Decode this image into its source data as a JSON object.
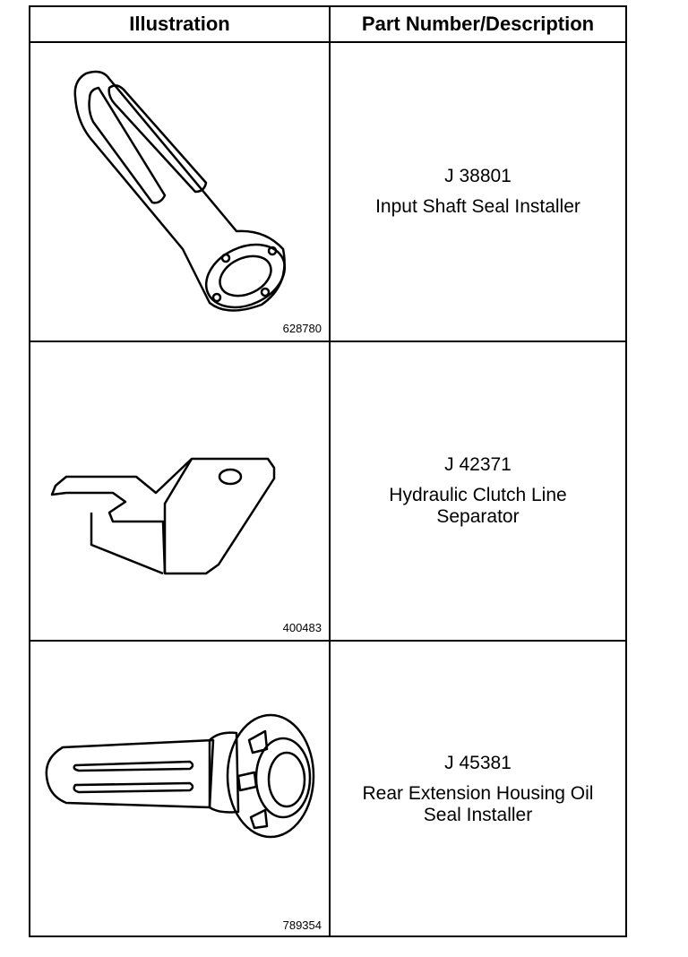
{
  "header": {
    "illustration": "Illustration",
    "part": "Part Number/Description"
  },
  "rows": [
    {
      "fig": "628780",
      "part_number": "J 38801",
      "desc1": "Input Shaft Seal Installer",
      "desc2": "",
      "icon": "seal-installer-tool-icon"
    },
    {
      "fig": "400483",
      "part_number": "J 42371",
      "desc1": "Hydraulic Clutch Line",
      "desc2": "Separator",
      "icon": "clutch-line-separator-icon"
    },
    {
      "fig": "789354",
      "part_number": "J 45381",
      "desc1": "Rear Extension Housing Oil",
      "desc2": "Seal Installer",
      "icon": "housing-seal-installer-icon"
    }
  ]
}
